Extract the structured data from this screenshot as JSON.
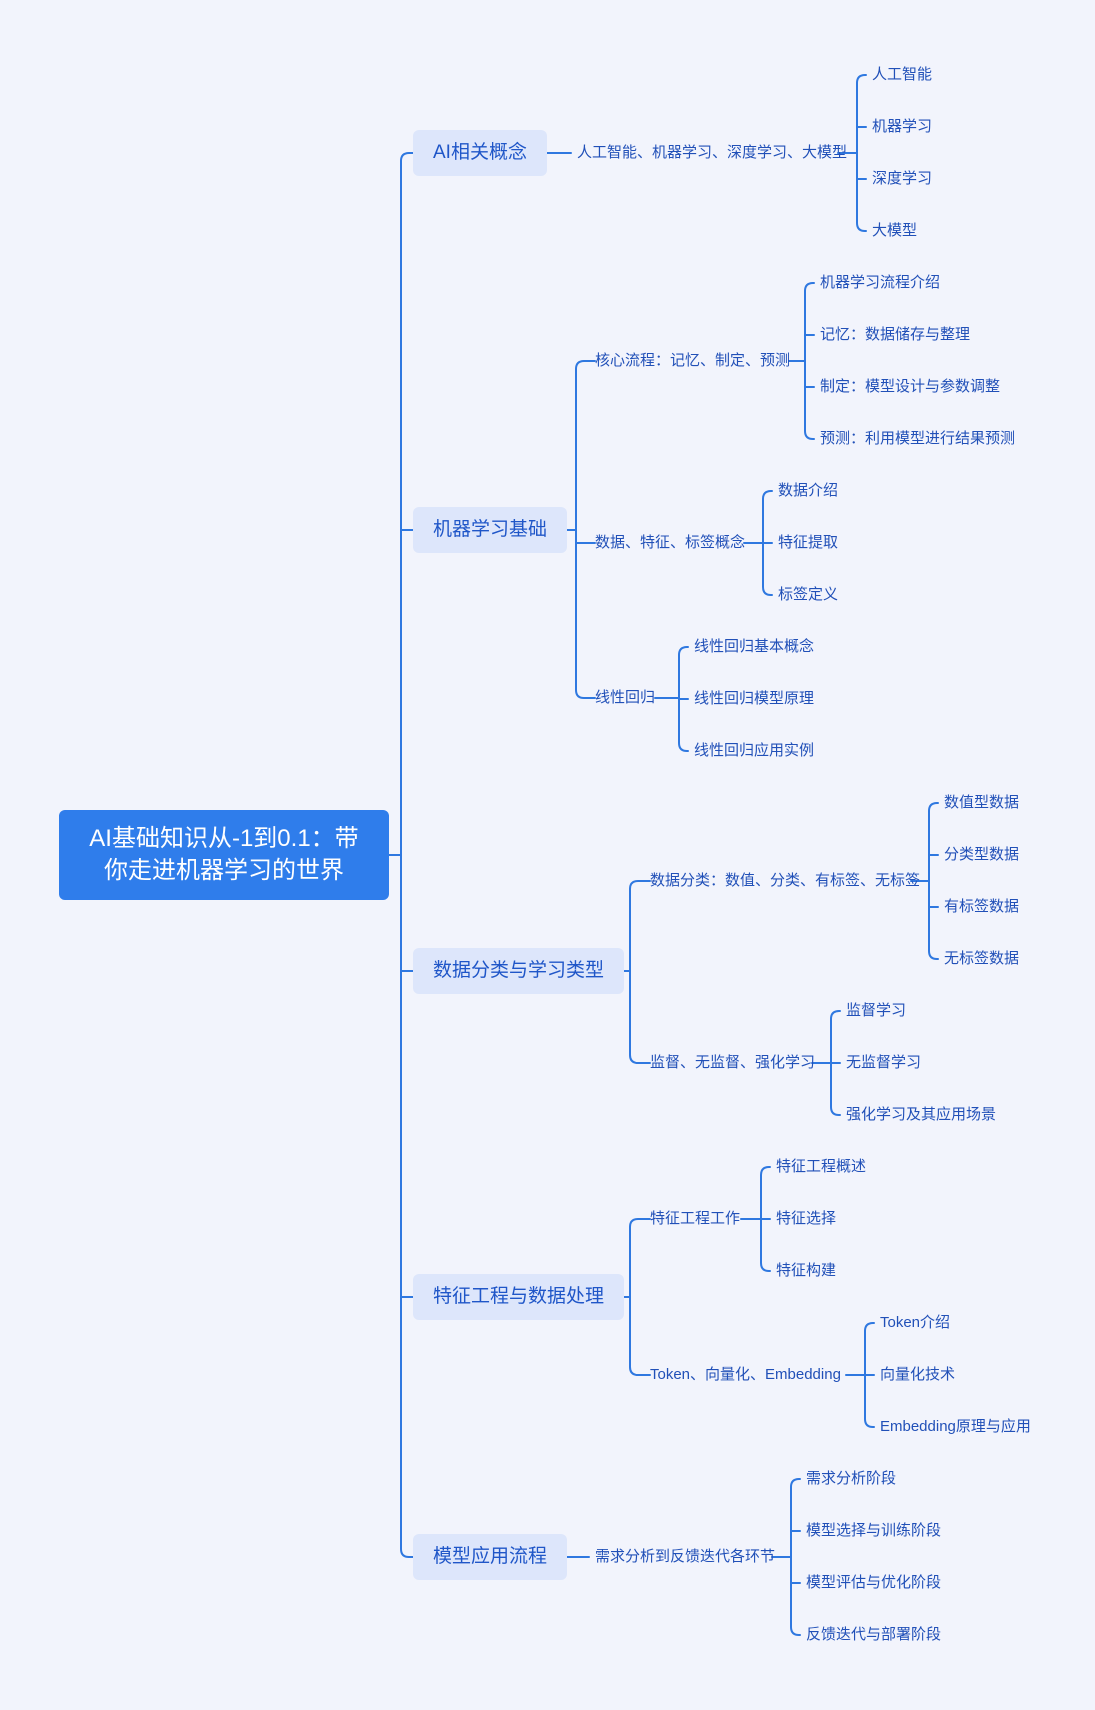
{
  "root": {
    "line1": "AI基础知识从-1到0.1：带",
    "line2": "你走进机器学习的世界"
  },
  "branches": [
    {
      "label": "AI相关概念",
      "children": [
        {
          "label": "人工智能、机器学习、深度学习、大模型",
          "children": [
            "人工智能",
            "机器学习",
            "深度学习",
            "大模型"
          ]
        }
      ]
    },
    {
      "label": "机器学习基础",
      "children": [
        {
          "label": "核心流程：记忆、制定、预测",
          "children": [
            "机器学习流程介绍",
            "记忆：数据储存与整理",
            "制定：模型设计与参数调整",
            "预测：利用模型进行结果预测"
          ]
        },
        {
          "label": "数据、特征、标签概念",
          "children": [
            "数据介绍",
            "特征提取",
            "标签定义"
          ]
        },
        {
          "label": "线性回归",
          "children": [
            "线性回归基本概念",
            "线性回归模型原理",
            "线性回归应用实例"
          ]
        }
      ]
    },
    {
      "label": "数据分类与学习类型",
      "children": [
        {
          "label": "数据分类：数值、分类、有标签、无标签",
          "children": [
            "数值型数据",
            "分类型数据",
            "有标签数据",
            "无标签数据"
          ]
        },
        {
          "label": "监督、无监督、强化学习",
          "children": [
            "监督学习",
            "无监督学习",
            "强化学习及其应用场景"
          ]
        }
      ]
    },
    {
      "label": "特征工程与数据处理",
      "children": [
        {
          "label": "特征工程工作",
          "children": [
            "特征工程概述",
            "特征选择",
            "特征构建"
          ]
        },
        {
          "label": "Token、向量化、Embedding",
          "children": [
            "Token介绍",
            "向量化技术",
            "Embedding原理与应用"
          ]
        }
      ]
    },
    {
      "label": "模型应用流程",
      "children": [
        {
          "label": "需求分析到反馈迭代各环节",
          "children": [
            "需求分析阶段",
            "模型选择与训练阶段",
            "模型评估与优化阶段",
            "反馈迭代与部署阶段"
          ]
        }
      ]
    }
  ]
}
